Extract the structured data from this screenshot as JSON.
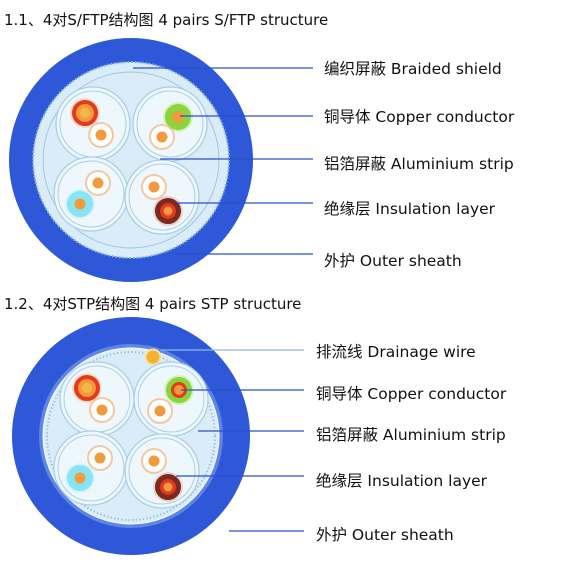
{
  "sections": [
    {
      "title": "1.1、4对S/FTP结构图  4 pairs S/FTP structure",
      "labels": [
        {
          "key": "braided",
          "text": "编织屏蔽  Braided shield"
        },
        {
          "key": "copper",
          "text": "铜导体  Copper conductor"
        },
        {
          "key": "foil",
          "text": "铝箔屏蔽  Aluminium strip"
        },
        {
          "key": "insulation",
          "text": "绝缘层  Insulation layer"
        },
        {
          "key": "sheath",
          "text": "外护  Outer sheath"
        }
      ]
    },
    {
      "title": "1.2、4对STP结构图  4 pairs STP structure",
      "labels": [
        {
          "key": "drain",
          "text": "排流线  Drainage wire"
        },
        {
          "key": "copper",
          "text": "铜导体  Copper conductor"
        },
        {
          "key": "foil",
          "text": "铝箔屏蔽  Aluminium strip"
        },
        {
          "key": "insulation",
          "text": "绝缘层  Insulation layer"
        },
        {
          "key": "sheath",
          "text": "外护  Outer sheath"
        }
      ]
    }
  ],
  "colors": {
    "sheath": "#2e58d8",
    "sheath_inner_ring": "#5f86e6",
    "filler": "#d9ecf8",
    "dots": "#8fbde0",
    "leader": "#2b50c9",
    "drain_leader": "#8ab6e8",
    "pair_outline": "#a9cfe6",
    "orange": "#f29a3c",
    "orange_ring": "#e13a1e",
    "green": "#8cd43c",
    "blue": "#86e4f4",
    "brown": "#7a2a1e",
    "conductor": "#f4b84a",
    "drain_wire": "#f2b233"
  }
}
